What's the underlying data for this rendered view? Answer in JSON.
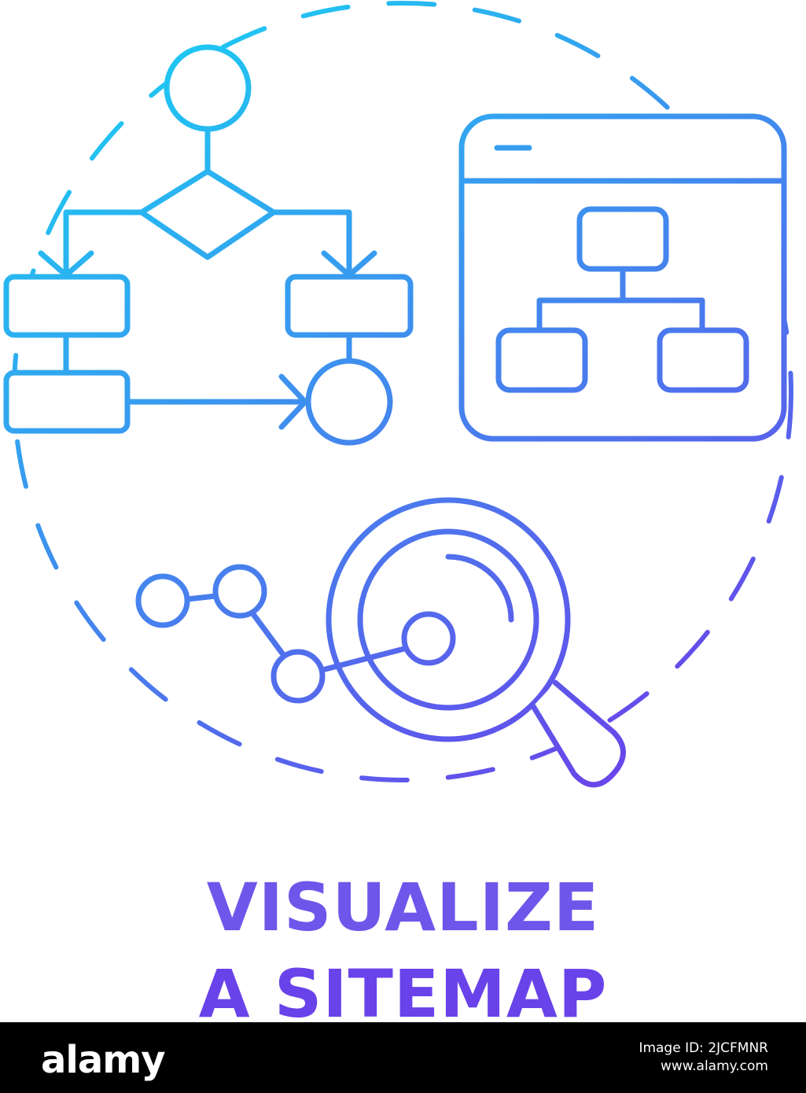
{
  "title": {
    "line1": "VISUALIZE",
    "line2": "A SITEMAP"
  },
  "icons": [
    "flowchart-icon",
    "sitemap-window-icon",
    "magnifying-glass-icon",
    "connected-nodes-icon"
  ],
  "colors": {
    "gradient_start": "#1ec8f2",
    "gradient_end": "#6a42ea",
    "title_top": "#6f56ea",
    "title_bottom": "#6a42ea",
    "footer_bg": "#000000",
    "footer_text": "#ffffff"
  },
  "footer": {
    "logo": "alamy",
    "image_id": "Image ID: 2JCFMNR",
    "url": "www.alamy.com"
  }
}
